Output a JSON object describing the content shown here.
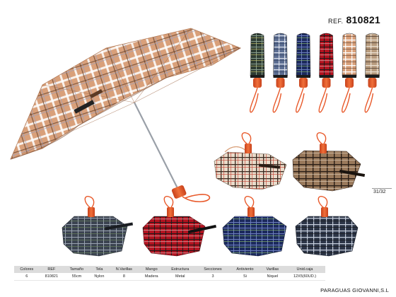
{
  "header": {
    "ref_label": "REF.",
    "ref_code": "810821"
  },
  "page_number": "31/32",
  "colors": {
    "beige_plaid": "#d9a07a",
    "orange_handle": "#e8592a",
    "navy": "#1c2a5c",
    "red": "#b3121f",
    "green": "#2e3b33",
    "blue_grey": "#5d6f93",
    "tan": "#b79b7e"
  },
  "folded_umbrellas": [
    {
      "color": "green-plaid"
    },
    {
      "color": "blue-grey-plaid"
    },
    {
      "color": "navy-plaid"
    },
    {
      "color": "red-plaid"
    },
    {
      "color": "beige-plaid"
    },
    {
      "color": "brown-plaid"
    }
  ],
  "specs": {
    "headers": [
      "Colores",
      "REF",
      "Tamaño",
      "Tela",
      "N.Varillas",
      "Mango",
      "Estructura",
      "Secciones",
      "Antiviento",
      "Varillas",
      "Unid.caja"
    ],
    "values": [
      "6",
      "810821",
      "55cm",
      "Nylon",
      "8",
      "Madera",
      "Metal",
      "3",
      "Si",
      "Niquel",
      "12X5(60UD.)"
    ]
  },
  "footer": {
    "company": "PARAGUAS GIOVANNI,S.L"
  }
}
